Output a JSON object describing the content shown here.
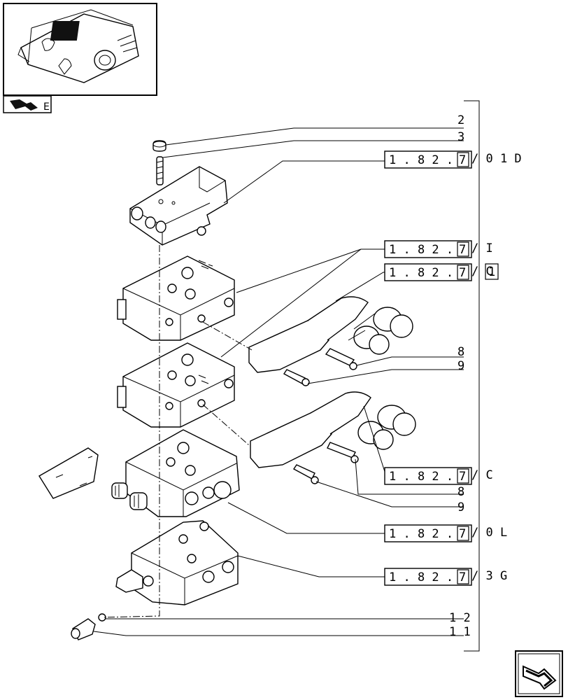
{
  "callouts": [
    {
      "id": "c2",
      "text": "2"
    },
    {
      "id": "c3",
      "text": "3"
    },
    {
      "id": "c8a",
      "text": "8"
    },
    {
      "id": "c9a",
      "text": "9"
    },
    {
      "id": "c8b",
      "text": "8"
    },
    {
      "id": "c9b",
      "text": "9"
    },
    {
      "id": "c12",
      "text": "1 2"
    },
    {
      "id": "c11",
      "text": "1 1"
    }
  ],
  "references": [
    {
      "id": "r1",
      "prefix": "1 . 8 2 .",
      "digit": "7",
      "suffix": "/ 0 1 D",
      "boxed_last": false
    },
    {
      "id": "r2",
      "prefix": "1 . 8 2 .",
      "digit": "7",
      "suffix": "/ I",
      "boxed_last": false
    },
    {
      "id": "r3",
      "prefix": "1 . 8 2 .",
      "digit": "7",
      "suffix": "/ C",
      "boxed_last": true,
      "last_char": "1"
    },
    {
      "id": "r4",
      "prefix": "1 . 8 2 .",
      "digit": "7",
      "suffix": "/ C",
      "boxed_last": false
    },
    {
      "id": "r5",
      "prefix": "1 . 8 2 .",
      "digit": "7",
      "suffix": "/ 0 L",
      "boxed_last": false
    },
    {
      "id": "r6",
      "prefix": "1 . 8 2 .",
      "digit": "7",
      "suffix": "/ 3 G",
      "boxed_last": false
    }
  ]
}
